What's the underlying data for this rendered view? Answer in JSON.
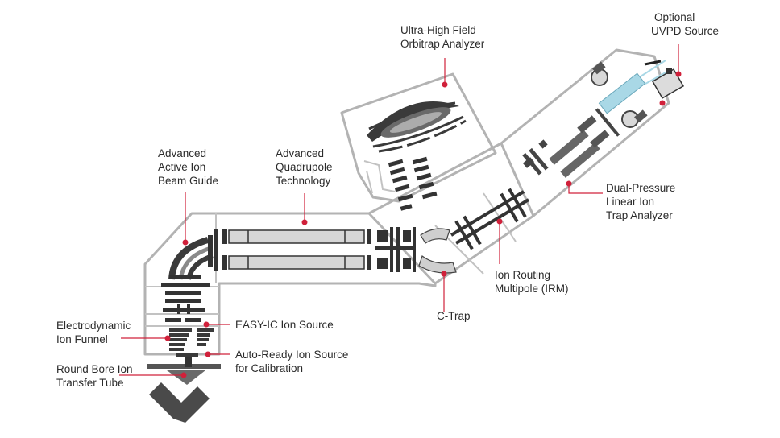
{
  "colors": {
    "outline": "#b3b3b3",
    "component": "#2f2f2f",
    "component_light": "#8c8c8c",
    "callout": "#d0203a",
    "uvpd_beam": "#a9d8e6",
    "text": "#2b2b2b"
  },
  "labels": {
    "orbitrap": {
      "line1": "Ultra-High Field",
      "line2": "Orbitrap Analyzer"
    },
    "uvpd": {
      "line1": "Optional",
      "line2": "UVPD Source"
    },
    "beam_guide": {
      "line1": "Advanced",
      "line2": "Active Ion",
      "line3": "Beam Guide"
    },
    "quadrupole": {
      "line1": "Advanced",
      "line2": "Quadrupole",
      "line3": "Technology"
    },
    "linear_trap": {
      "line1": "Dual-Pressure",
      "line2": "Linear Ion",
      "line3": "Trap Analyzer"
    },
    "irm": {
      "line1": "Ion Routing",
      "line2": "Multipole (IRM)"
    },
    "easy_ic": {
      "line1": "EASY-IC Ion Source"
    },
    "funnel": {
      "line1": "Electrodynamic",
      "line2": "Ion Funnel"
    },
    "auto_ready": {
      "line1": "Auto-Ready Ion Source",
      "line2": "for Calibration"
    },
    "transfer_tube": {
      "line1": "Round Bore Ion",
      "line2": "Transfer Tube"
    },
    "c_trap": {
      "line1": "C-Trap"
    }
  }
}
